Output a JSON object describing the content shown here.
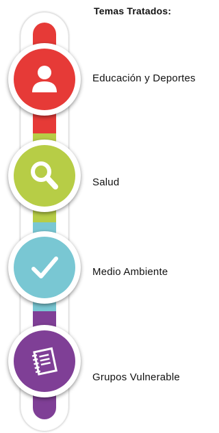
{
  "title": "Temas Tratados:",
  "colors": {
    "red": "#e63a37",
    "green": "#b7cd46",
    "teal": "#79c7d3",
    "purple": "#7f3f96"
  },
  "topics": [
    {
      "label": "Educación y Deportes",
      "icon": "person-icon",
      "color": "red"
    },
    {
      "label": "Salud",
      "icon": "magnifier-icon",
      "color": "green"
    },
    {
      "label": "Medio Ambiente",
      "icon": "checkmark-icon",
      "color": "teal"
    },
    {
      "label": "Grupos Vulnerable",
      "icon": "notebook-icon",
      "color": "purple"
    }
  ]
}
